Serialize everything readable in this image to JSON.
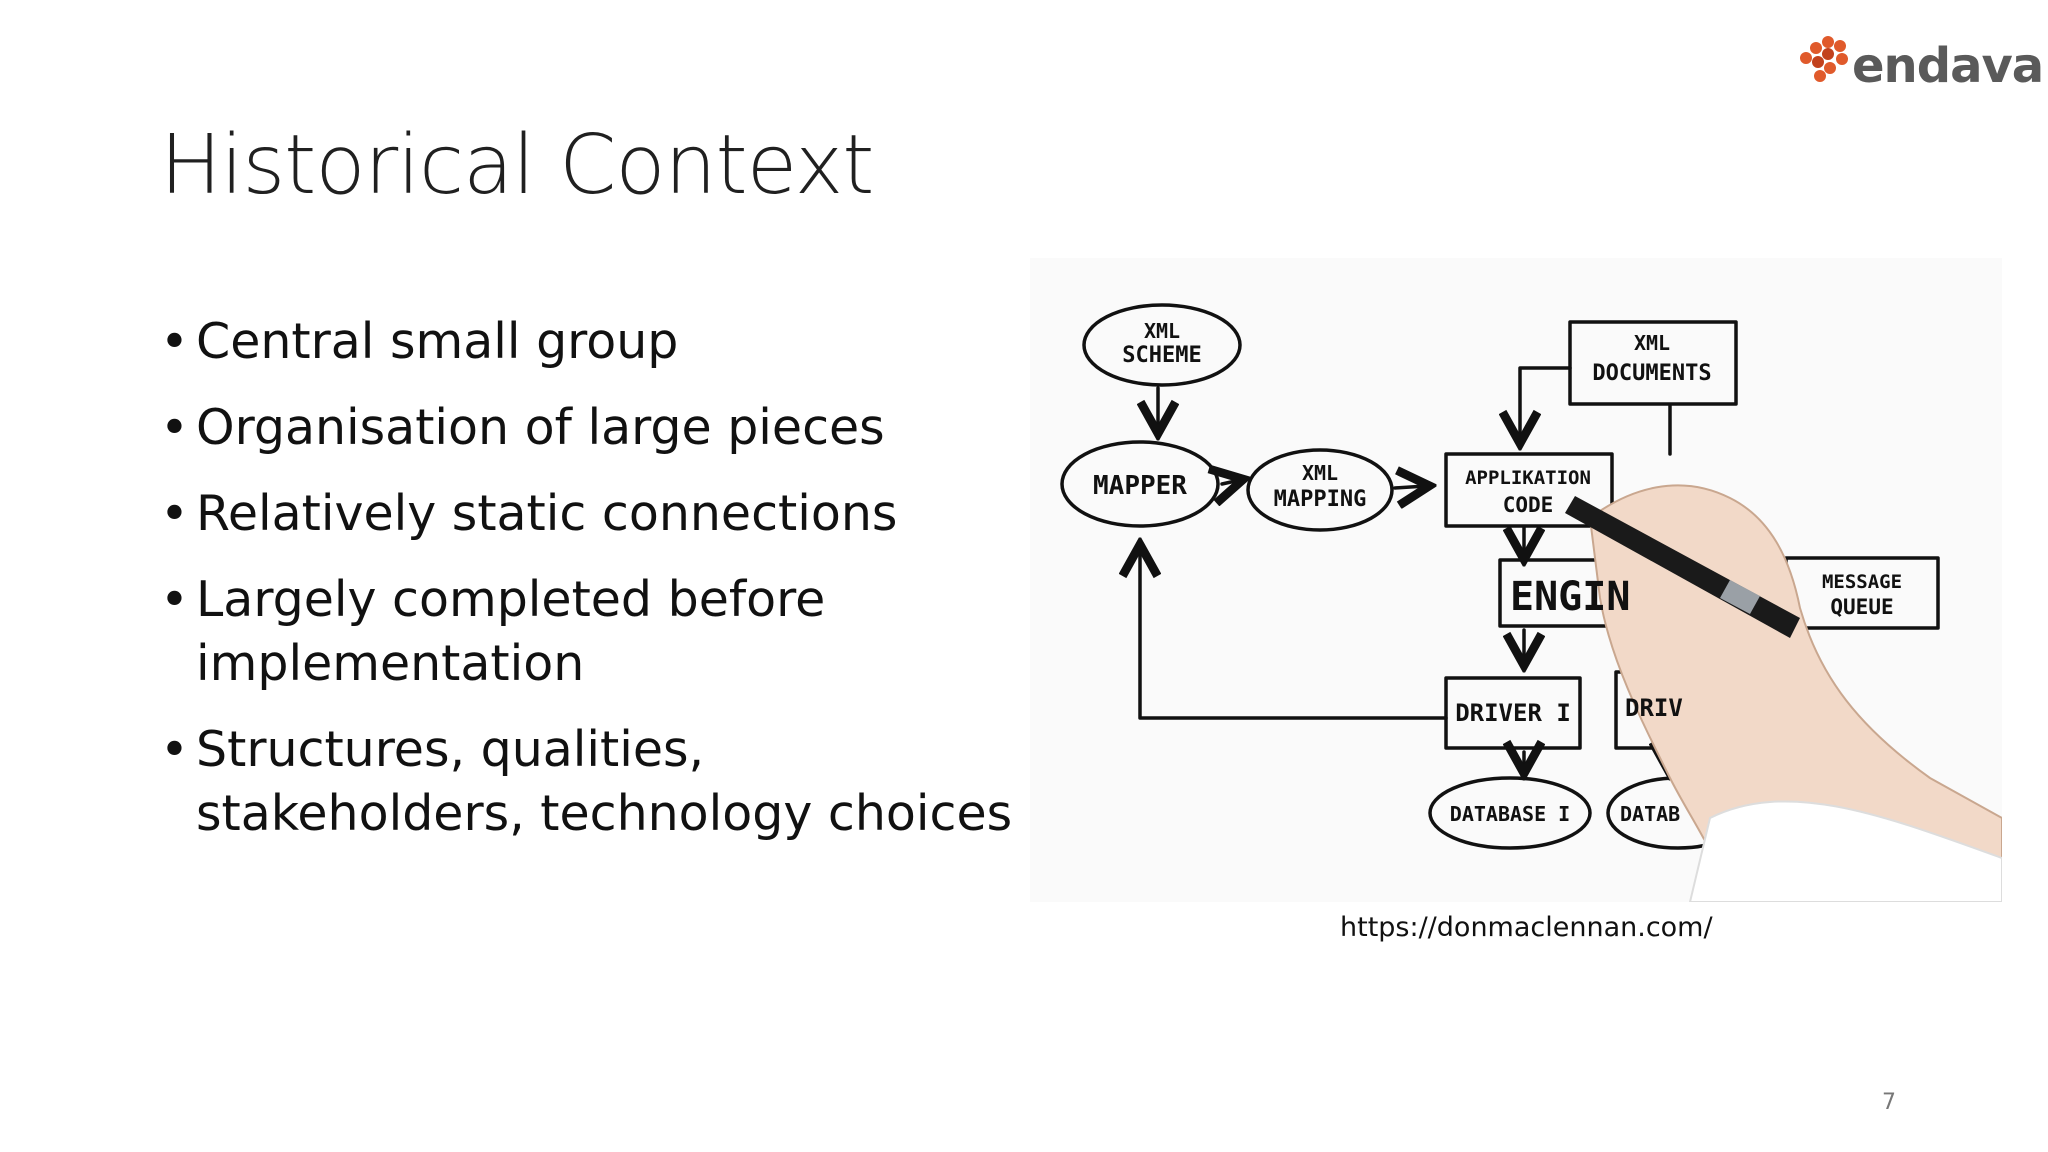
{
  "slide": {
    "title": "Historical Context",
    "bullets": [
      "Central small group",
      "Organisation of large pieces",
      "Relatively static connections",
      "Largely completed before implementation",
      "Structures, qualities, stakeholders, technology choices"
    ],
    "caption": "https://donmaclennan.com/",
    "page_number": "7"
  },
  "logo": {
    "text": "endava",
    "accent_color": "#e05a2b",
    "text_color": "#5a5a5a"
  },
  "diagram": {
    "labels": {
      "xml_scheme_1": "XML",
      "xml_scheme_2": "SCHEME",
      "xml_documents_1": "XML",
      "xml_documents_2": "DOCUMENTS",
      "mapper": "MAPPER",
      "xml_mapping_1": "XML",
      "xml_mapping_2": "MAPPING",
      "applikation_1": "APPLIKATION",
      "applikation_2": "CODE",
      "engine": "ENGIN",
      "message_queue_1": "MESSAGE",
      "message_queue_2": "QUEUE",
      "driver_1": "DRIVER I",
      "driver_2": "DRIV",
      "database_1": "DATABASE I",
      "database_2": "DATAB"
    }
  }
}
